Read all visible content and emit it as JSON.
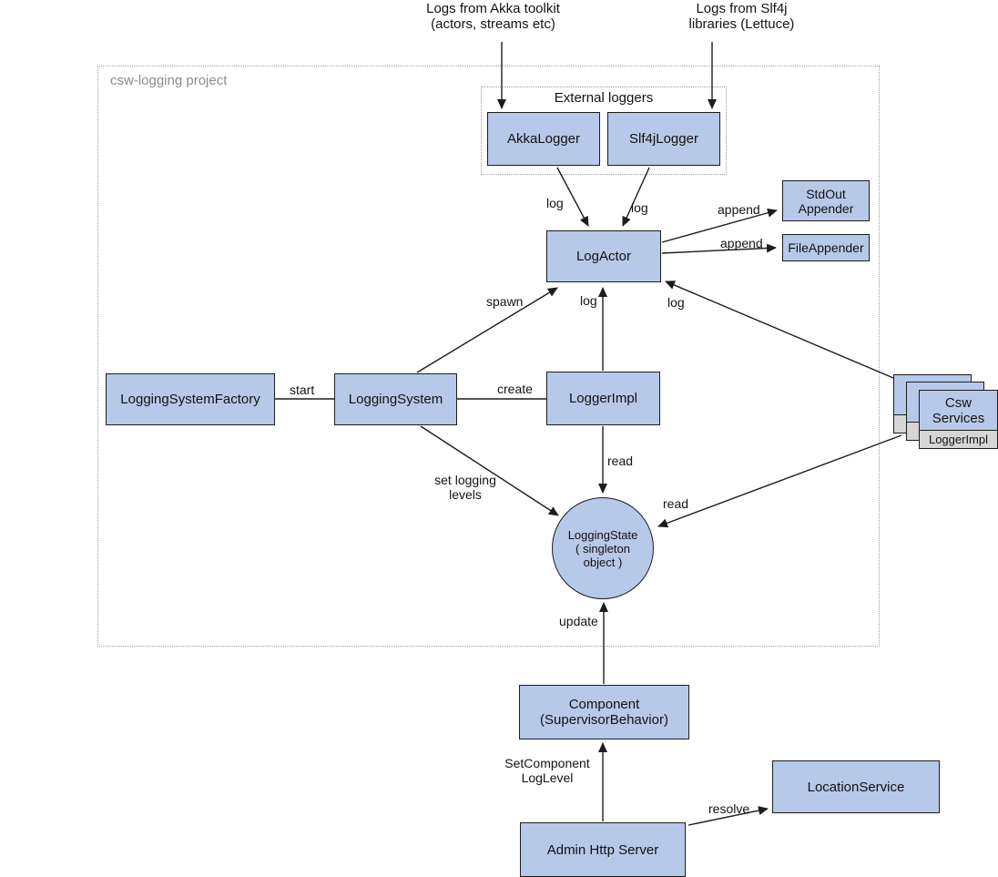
{
  "groups": {
    "csw_logging": {
      "label": "csw-logging project"
    },
    "external_loggers": {
      "label": "External loggers"
    }
  },
  "annotations": {
    "akka_input": {
      "lines": [
        "Logs from Akka toolkit",
        "(actors, streams etc)"
      ]
    },
    "slf4j_input": {
      "lines": [
        "Logs from Slf4j",
        "libraries (Lettuce)"
      ]
    }
  },
  "nodes": {
    "akka_logger": {
      "label": "AkkaLogger"
    },
    "slf4j_logger": {
      "label": "Slf4jLogger"
    },
    "log_actor": {
      "label": "LogActor"
    },
    "stdout_appender": {
      "lines": [
        "StdOut",
        "Appender"
      ]
    },
    "file_appender": {
      "label": "FileAppender"
    },
    "logging_system_factory": {
      "label": "LoggingSystemFactory"
    },
    "logging_system": {
      "label": "LoggingSystem"
    },
    "logger_impl": {
      "label": "LoggerImpl"
    },
    "csw_services": {
      "lines": [
        "Csw",
        "Services"
      ],
      "sub_label": "LoggerImpl"
    },
    "logging_state": {
      "lines": [
        "LoggingState",
        "( singleton",
        "object )"
      ]
    },
    "component": {
      "lines": [
        "Component",
        "(SupervisorBehavior)"
      ]
    },
    "admin_http_server": {
      "label": "Admin Http Server"
    },
    "location_service": {
      "label": "LocationService"
    }
  },
  "edge_labels": {
    "log_from_akka": "log",
    "log_from_slf4j": "log",
    "append_stdout": "append",
    "append_file": "append",
    "spawn": "spawn",
    "log_from_logger_impl": "log",
    "log_from_csw_services": "log",
    "start": "start",
    "create": "create",
    "set_logging_levels": {
      "lines": [
        "set logging",
        "levels"
      ]
    },
    "read_from_logger_impl": "read",
    "read_from_csw_services": "read",
    "update": "update",
    "set_component_log_level": {
      "lines": [
        "SetComponent",
        "LogLevel"
      ]
    },
    "resolve": "resolve"
  },
  "colors": {
    "node_fill": "#b7c9e8",
    "node_border": "#1c1c1c",
    "stack_tab_fill": "#d6d6d6",
    "group_border": "#9c9c9c",
    "group_label_text": "#8c8c8c",
    "arrow": "#1c1c1c",
    "text": "#141414",
    "background": "#ffffff"
  }
}
